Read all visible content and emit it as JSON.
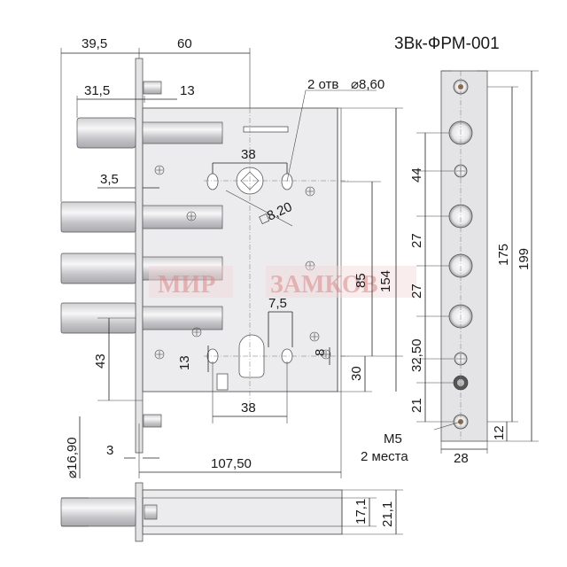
{
  "title": "3Вк-ФРМ-001",
  "watermark": {
    "left": "МИР",
    "right": "ЗАМКОВ"
  },
  "labels": {
    "w_39_5": "39,5",
    "w_60": "60",
    "w_31_5": "31,5",
    "w_13_top": "13",
    "holes_note": "2 отв",
    "holes_dia": "⌀8,60",
    "w_38_top": "38",
    "w_3_5": "3,5",
    "sq_8_20": "□8,20",
    "h_85": "85",
    "h_154": "154",
    "w_7_5": "7,5",
    "h_43": "43",
    "h_13_mid": "13",
    "h_8": "8",
    "h_30": "30",
    "w_38_bottom": "38",
    "dia_16_90": "⌀16,90",
    "w_3": "3",
    "w_107_50": "107,50",
    "h_17_1": "17,1",
    "h_21_1": "21,1",
    "fp_44": "44",
    "fp_27_a": "27",
    "fp_27_b": "27",
    "fp_32_50": "32,50",
    "fp_21": "21",
    "fp_175": "175",
    "fp_199": "199",
    "fp_12": "12",
    "fp_28": "28",
    "m5": "М5",
    "m5_places": "2 места"
  },
  "colors": {
    "watermark": "#d98a8a",
    "metal": "#e4e4e6",
    "line": "#222222"
  }
}
